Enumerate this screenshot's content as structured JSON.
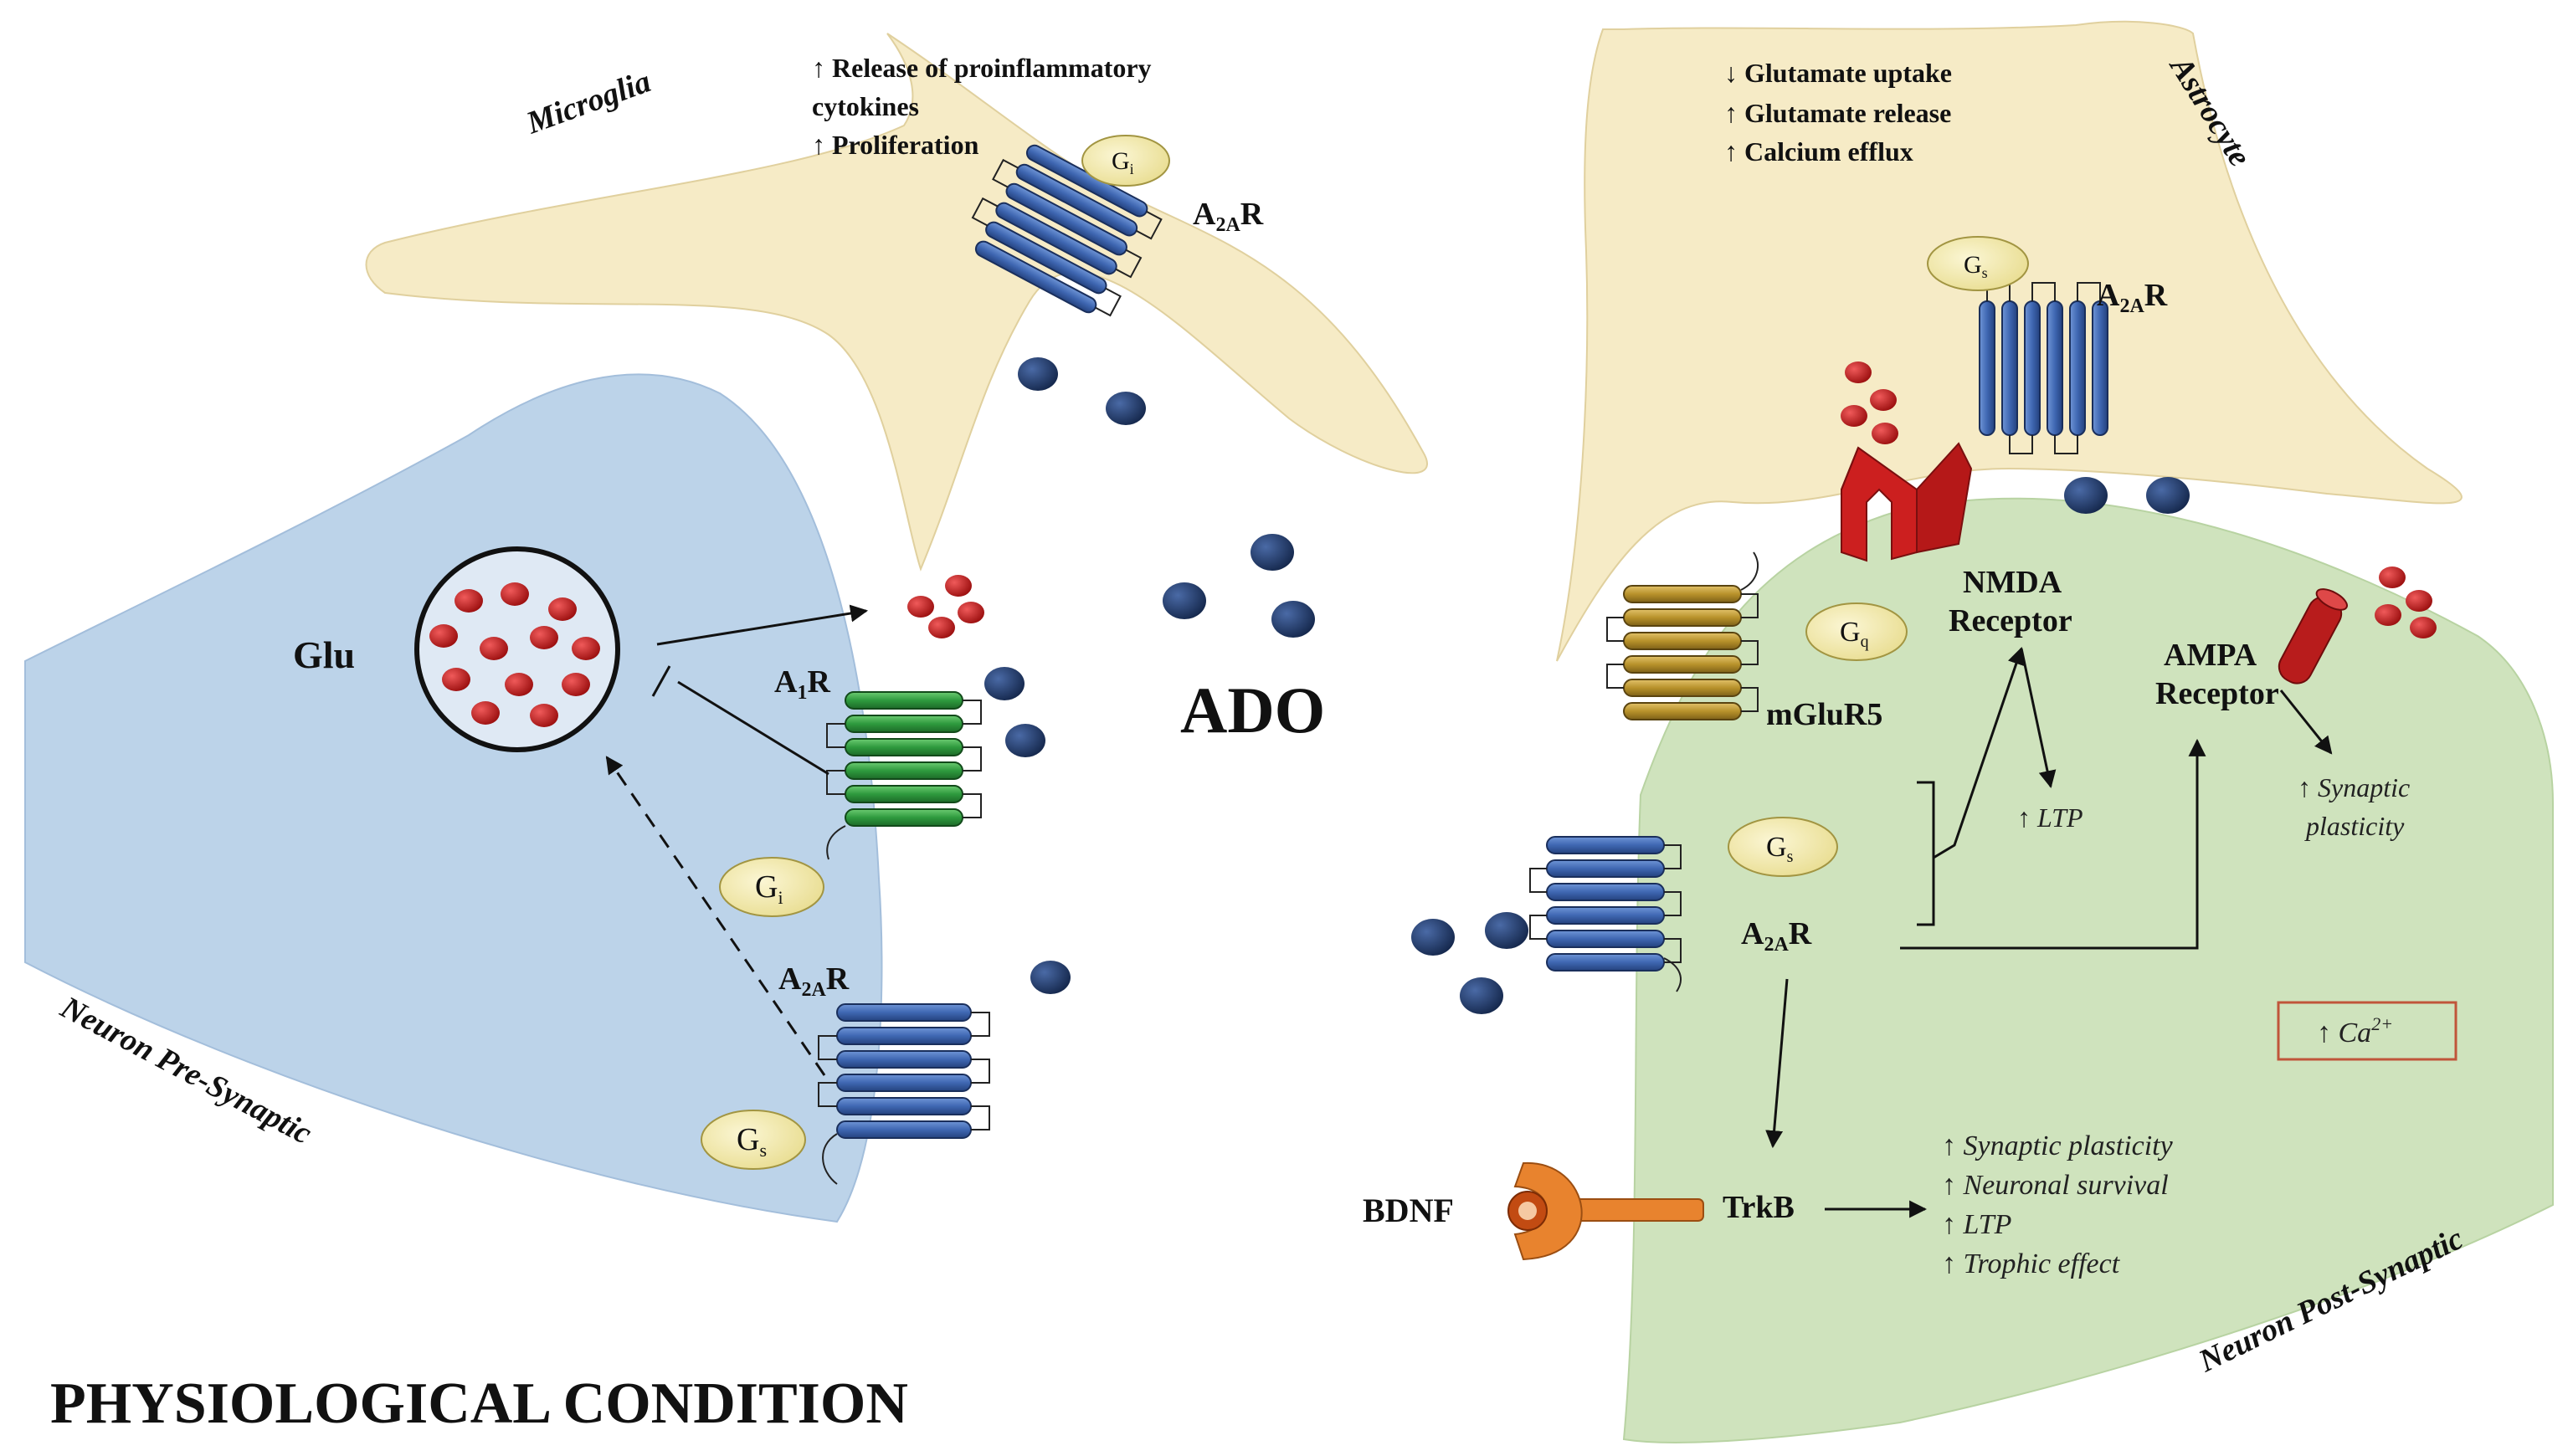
{
  "cells": {
    "microglia": "Microglia",
    "astrocyte": "Astrocyte",
    "pre": "Neuron Pre-Synaptic",
    "post": "Neuron Post-Synaptic"
  },
  "microglia_effects": [
    "↑ Release of proinflammatory",
    "cytokines",
    "↑ Proliferation"
  ],
  "astrocyte_effects": [
    "↓ Glutamate uptake",
    "↑ Glutamate release",
    "↑ Calcium efflux"
  ],
  "labels": {
    "glu": "Glu",
    "ado": "ADO",
    "a1r_main": "A",
    "a1r_sub": "1",
    "a2ar_main": "A",
    "a2ar_sub": "2A",
    "r": "R",
    "g_main": "G",
    "gi_sub": "i",
    "gs_sub": "s",
    "gq_sub": "q",
    "nmda_1": "NMDA",
    "nmda_2": "Receptor",
    "ampa_1": "AMPA",
    "ampa_2": "Receptor",
    "mglur5": "mGluR5",
    "trkb": "TrkB",
    "bdnf": "BDNF",
    "ltp": "↑ LTP",
    "syn_plast_1": "↑ Synaptic",
    "syn_plast_2": "plasticity",
    "ca_main": "↑ Ca",
    "ca_sup": "2+"
  },
  "trkb_effects": [
    "↑ Synaptic plasticity",
    "↑ Neuronal survival",
    "↑ LTP",
    "↑ Trophic effect"
  ],
  "condition_title": "PHYSIOLOGICAL CONDITION",
  "colors": {
    "pre_neuron": "#bcd3e9",
    "post_neuron": "#cfe3bd",
    "glia": "#f6ebc6",
    "ado_dot": "#1e3a6b",
    "glu_dot": "#c81a1a",
    "a2ar_receptor": "#3f67b2",
    "a1r_receptor": "#2e9a3e",
    "mglur5_receptor": "#b8922b",
    "g_protein": "#f4eaa6",
    "nmda": "#cc1f1f",
    "trkb": "#e8832e",
    "ca_box": "#c0553a"
  }
}
